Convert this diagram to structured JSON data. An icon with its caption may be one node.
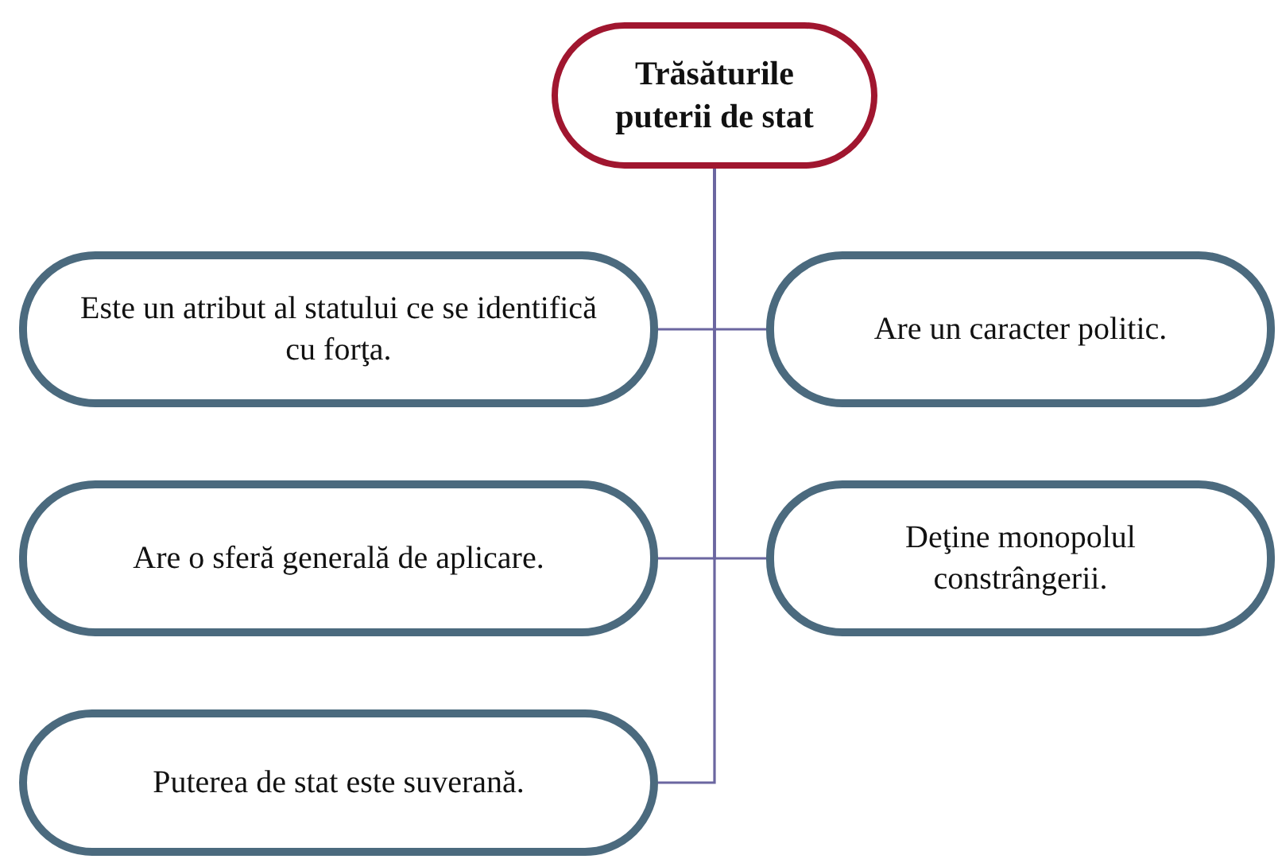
{
  "diagram": {
    "nodes": [
      {
        "text": [
          "Trăsăturile puterii de stat"
        ]
      },
      {
        "text": [
          "Este un atribut al statului ce se identifică cu forţa."
        ]
      },
      {
        "text": [
          "Are un caracter politic."
        ]
      },
      {
        "text": [
          "Are o sferă generală de aplicare."
        ]
      },
      {
        "text": [
          "Deţine monopolul constrângerii."
        ]
      },
      {
        "text": [
          "Puterea de stat este suverană."
        ]
      }
    ],
    "edges": [
      {
        "from": 0,
        "to": 1,
        "arrow": "none"
      },
      {
        "from": 0,
        "to": 2,
        "arrow": "none"
      },
      {
        "from": 0,
        "to": 3,
        "arrow": "none"
      },
      {
        "from": 0,
        "to": 4,
        "arrow": "none"
      },
      {
        "from": 0,
        "to": 5,
        "arrow": "none"
      }
    ]
  }
}
